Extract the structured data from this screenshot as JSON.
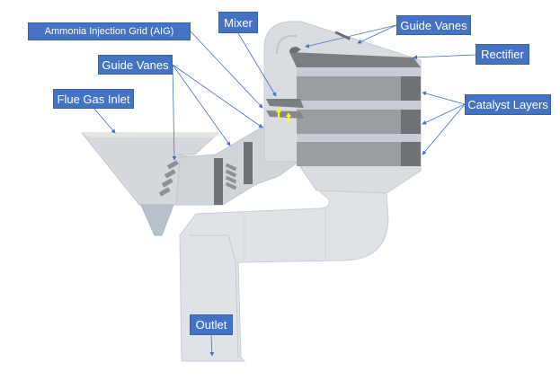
{
  "labels": {
    "aig": "Ammonia Injection Grid (AIG)",
    "mixer": "Mixer",
    "guide_vanes_top": "Guide Vanes",
    "rectifier": "Rectifier",
    "guide_vanes_left": "Guide Vanes",
    "catalyst_layers": "Catalyst Layers",
    "flue_gas_inlet": "Flue Gas Inlet",
    "outlet": "Outlet"
  },
  "colors": {
    "label_bg": "#4472c4",
    "leader_line": "#4472c4",
    "duct": "#d9dde2",
    "catalyst": "#8c8c8c",
    "flow_arrow": "#ffff00"
  }
}
